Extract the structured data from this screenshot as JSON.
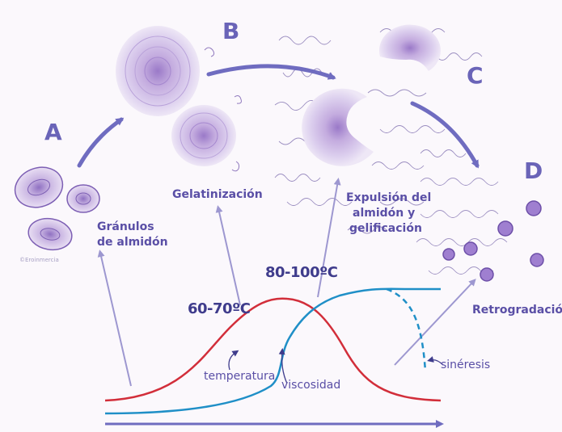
{
  "stages": {
    "a": "A",
    "b": "B",
    "c": "C",
    "d": "D"
  },
  "captions": {
    "granules_line1": "Gránulos",
    "granules_line2": "de almidón",
    "gelatinization": "Gelatinización",
    "expulsion_line1": "Expulsión del",
    "expulsion_line2": "almidón y",
    "expulsion_line3": "gelificación",
    "retrogradation": "Retrogradación"
  },
  "temperatures": {
    "low": "60-70ºC",
    "high": "80-100ºC"
  },
  "curves": {
    "temperature": "temperatura",
    "viscosity": "viscosidad",
    "syneresis": "sinéresis"
  },
  "credit": "©Eroinmercia",
  "colors": {
    "granule": "#b59ad6",
    "arrow": "#6f6cc0",
    "temperature_curve": "#d22e3a",
    "viscosity_curve": "#1f8fc7",
    "background": "#fbf8fc"
  }
}
